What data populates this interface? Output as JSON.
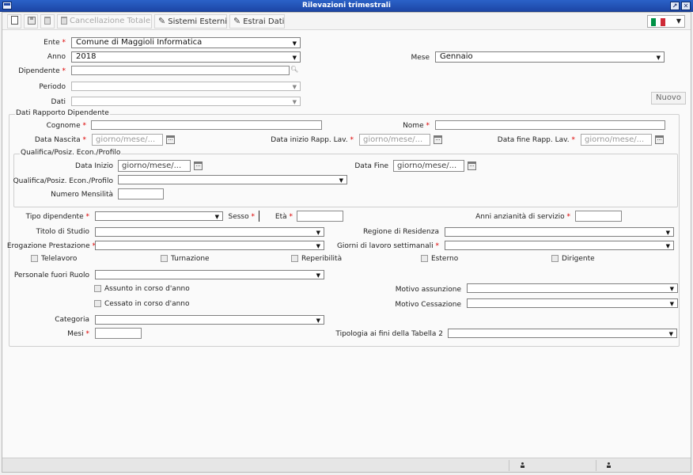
{
  "window": {
    "title": "Rilevazioni trimestrali"
  },
  "toolbar": {
    "cancellazione_totale": "Cancellazione Totale",
    "sistemi_esterni": "Sistemi Esterni",
    "estrai_dati": "Estrai Dati",
    "language_flag_colors": [
      "#009246",
      "#ffffff",
      "#ce2b37"
    ]
  },
  "header_form": {
    "ente_label": "Ente",
    "ente_value": "Comune di Maggioli Informatica",
    "anno_label": "Anno",
    "anno_value": "2018",
    "mese_label": "Mese",
    "mese_value": "Gennaio",
    "dipendente_label": "Dipendente",
    "periodo_label": "Periodo",
    "dati_label": "Dati",
    "nuovo_button": "Nuovo"
  },
  "rapporto": {
    "legend": "Dati Rapporto Dipendente",
    "cognome_label": "Cognome",
    "nome_label": "Nome",
    "data_nascita_label": "Data Nascita",
    "data_inizio_rapp_label": "Data inizio Rapp. Lav.",
    "data_fine_rapp_label": "Data fine Rapp. Lav.",
    "date_placeholder": "giorno/mese/..."
  },
  "qualifica": {
    "legend": "Qualifica/Posiz. Econ./Profilo",
    "data_inizio_label": "Data Inizio",
    "data_fine_label": "Data Fine",
    "qualifica_label": "Qualifica/Posiz. Econ./Profilo",
    "numero_mensilita_label": "Numero Mensilità"
  },
  "details": {
    "tipo_dipendente_label": "Tipo dipendente",
    "sesso_label": "Sesso",
    "eta_label": "Età",
    "anni_anzianita_label": "Anni anzianità di servizio",
    "titolo_studio_label": "Titolo di Studio",
    "regione_residenza_label": "Regione di Residenza",
    "erogazione_label": "Erogazione Prestazione",
    "giorni_lavoro_label": "Giorni di lavoro settimanali",
    "checkboxes": [
      "Telelavoro",
      "Turnazione",
      "Reperibilità",
      "Esterno",
      "Dirigente"
    ],
    "personale_fuori_ruolo_label": "Personale fuori Ruolo",
    "assunto_label": "Assunto in corso d'anno",
    "motivo_assunzione_label": "Motivo assunzione",
    "cessato_label": "Cessato in corso d'anno",
    "motivo_cessazione_label": "Motivo Cessazione",
    "categoria_label": "Categoria",
    "mesi_label": "Mesi",
    "tipologia_label": "Tipologia ai fini della Tabella 2"
  },
  "common": {
    "required_mark": "*"
  }
}
